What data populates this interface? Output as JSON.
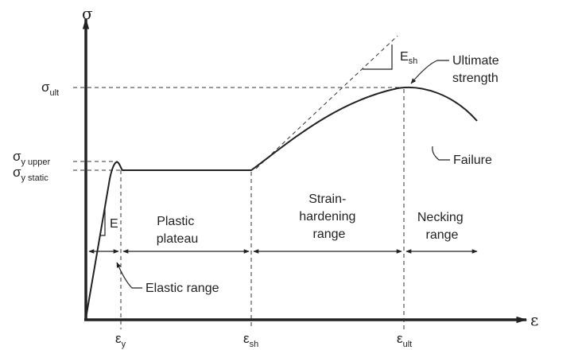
{
  "axes": {
    "y_symbol": "σ",
    "x_symbol": "ε"
  },
  "y_ticks": {
    "sigma_ult": {
      "base": "σ",
      "sub": "ult"
    },
    "sigma_y_upper": {
      "base": "σ",
      "sub": "y upper"
    },
    "sigma_y_static": {
      "base": "σ",
      "sub": "y static"
    }
  },
  "x_ticks": {
    "eps_y": {
      "base": "ε",
      "sub": "y"
    },
    "eps_sh": {
      "base": "ε",
      "sub": "sh"
    },
    "eps_ult": {
      "base": "ε",
      "sub": "ult"
    }
  },
  "annotations": {
    "elastic_modulus": "E",
    "hardening_modulus": {
      "base": "E",
      "sub": "sh"
    },
    "ultimate_strength": [
      "Ultimate",
      "strength"
    ],
    "failure": "Failure",
    "elastic_range": "Elastic range"
  },
  "ranges": {
    "plastic_plateau": [
      "Plastic",
      "plateau"
    ],
    "strain_hardening": [
      "Strain-",
      "hardening",
      "range"
    ],
    "necking": [
      "Necking",
      "range"
    ]
  },
  "colors": {
    "line": "#222222",
    "background": "#ffffff"
  }
}
